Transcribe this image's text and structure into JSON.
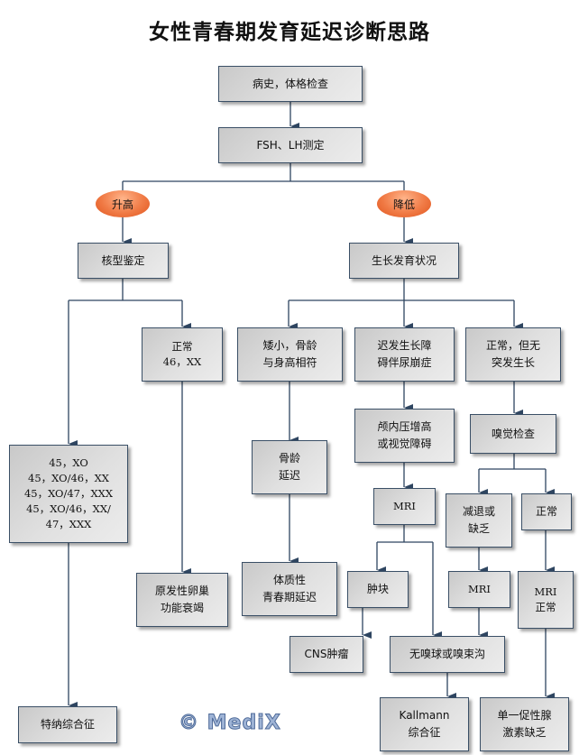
{
  "title": "女性青春期发育延迟诊断思路",
  "nodes": {
    "history": "病史，体格检查",
    "fsh_lh": "FSH、LH测定",
    "elevated": "升高",
    "decreased": "降低",
    "karyotype": "核型鉴定",
    "growth": "生长发育状况",
    "normal_karyotype": "正常\n46，XX",
    "abnormal_karyotype": "45，XO\n45，XO/46，XX\n45，XO/47，XXX\n45，XO/46，XX/\n47，XXX",
    "short_stature": "矮小，骨龄\n与身高相符",
    "delayed_growth": "迟发生长障\n碍伴尿崩症",
    "normal_no_spurt": "正常，但无\n突发生长",
    "bone_age_delay": "骨龄\n延迟",
    "intracranial": "颅内压增高\n或视觉障碍",
    "smell_test": "嗅觉检查",
    "mri_1": "MRI",
    "reduced_absent": "减退或\n缺乏",
    "smell_normal": "正常",
    "constitutional": "体质性\n青春期延迟",
    "mass": "肿块",
    "mri_2": "MRI",
    "mri_normal": "MRI\n正常",
    "cns_tumor": "CNS肿瘤",
    "no_olfactory": "无嗅球或嗅束沟",
    "turner": "特纳综合征",
    "primary_ovarian": "原发性卵巢\n功能衰竭",
    "kallmann": "Kallmann\n综合征",
    "isolated_gonadotropin": "单一促性腺\n激素缺乏"
  },
  "watermark": "© MediX",
  "colors": {
    "line": "#2e4560",
    "oval": "#f07a45",
    "box_border": "#3a4f66"
  }
}
